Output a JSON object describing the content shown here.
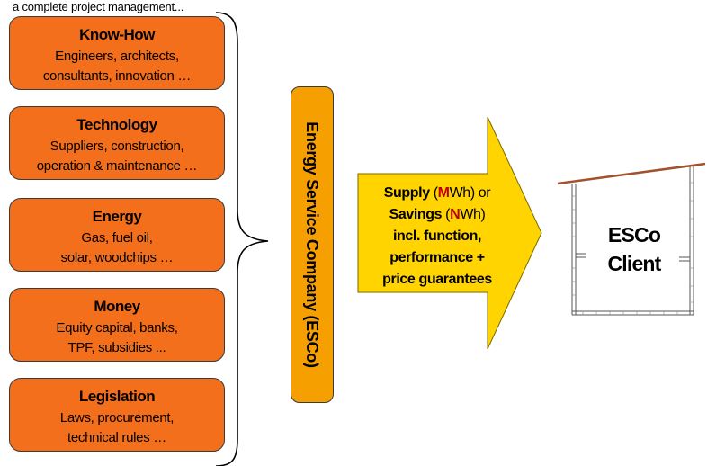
{
  "caption": "a complete project management...",
  "providers": [
    {
      "title": "Know-How",
      "lines": [
        "Engineers, architects,",
        "consultants, innovation …"
      ]
    },
    {
      "title": "Technology",
      "lines": [
        "Suppliers, construction,",
        "operation & maintenance …"
      ]
    },
    {
      "title": "Energy",
      "lines": [
        "Gas, fuel oil,",
        "solar, woodchips …"
      ]
    },
    {
      "title": "Money",
      "lines": [
        "Equity capital, banks,",
        "TPF, subsidies ..."
      ]
    },
    {
      "title": "Legislation",
      "lines": [
        "Laws, procurement,",
        "technical rules …"
      ]
    }
  ],
  "esco_bar": "Energy Service Company (ESCo)",
  "arrow": {
    "supply_word": "Supply",
    "supply_unit_m": "M",
    "supply_unit_rest": "Wh",
    "supply_or": "or",
    "savings_word": "Savings",
    "savings_unit_n": "N",
    "savings_unit_rest": "Wh",
    "line3": "incl. function,",
    "line4": "performance +",
    "line5": "price guarantees"
  },
  "client": {
    "line1": "ESCo",
    "line2": "Client"
  },
  "colors": {
    "box_fill": "#f36f1b",
    "bar_fill": "#f5a000",
    "arrow_fill": "#ffd400",
    "accent_red": "#c00000",
    "roof": "#a0522d"
  }
}
